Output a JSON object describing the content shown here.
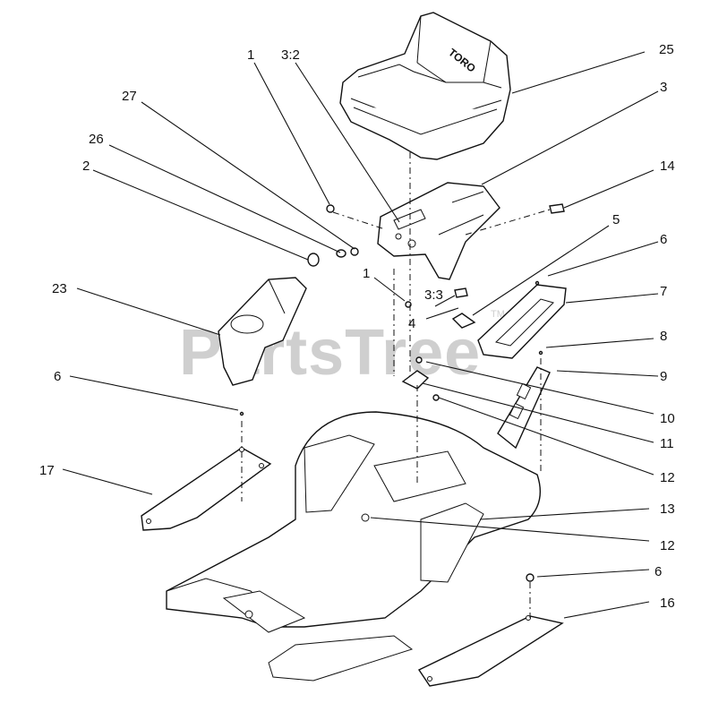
{
  "watermark": {
    "text": "PartsTree",
    "tm": "TM"
  },
  "seat_brand": "TORO",
  "callouts": [
    {
      "id": "c-25",
      "label": "25"
    },
    {
      "id": "c-3",
      "label": "3"
    },
    {
      "id": "c-1a",
      "label": "1"
    },
    {
      "id": "c-32",
      "label": "3:2"
    },
    {
      "id": "c-27",
      "label": "27"
    },
    {
      "id": "c-26",
      "label": "26"
    },
    {
      "id": "c-2",
      "label": "2"
    },
    {
      "id": "c-14",
      "label": "14"
    },
    {
      "id": "c-5",
      "label": "5"
    },
    {
      "id": "c-6a",
      "label": "6"
    },
    {
      "id": "c-7",
      "label": "7"
    },
    {
      "id": "c-1b",
      "label": "1"
    },
    {
      "id": "c-33",
      "label": "3:3"
    },
    {
      "id": "c-4",
      "label": "4"
    },
    {
      "id": "c-23",
      "label": "23"
    },
    {
      "id": "c-8",
      "label": "8"
    },
    {
      "id": "c-9",
      "label": "9"
    },
    {
      "id": "c-6b",
      "label": "6"
    },
    {
      "id": "c-10",
      "label": "10"
    },
    {
      "id": "c-11",
      "label": "11"
    },
    {
      "id": "c-12a",
      "label": "12"
    },
    {
      "id": "c-17",
      "label": "17"
    },
    {
      "id": "c-13",
      "label": "13"
    },
    {
      "id": "c-12b",
      "label": "12"
    },
    {
      "id": "c-6c",
      "label": "6"
    },
    {
      "id": "c-16",
      "label": "16"
    }
  ]
}
